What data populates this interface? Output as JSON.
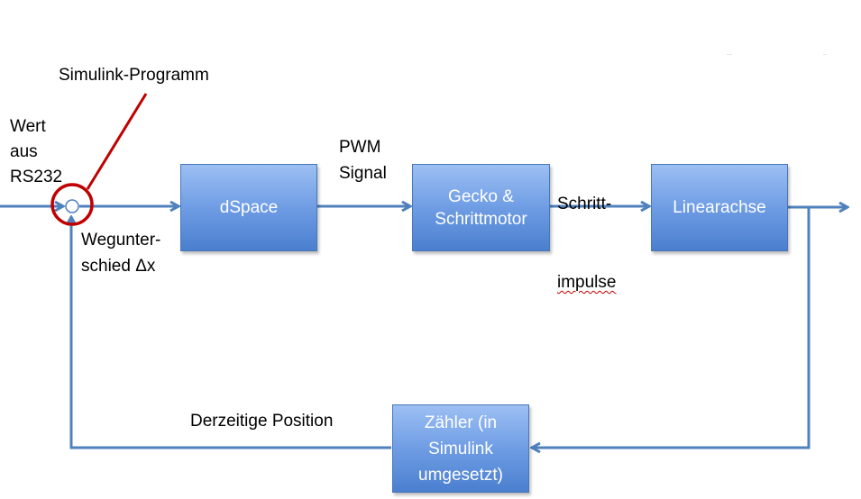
{
  "labels": {
    "callout": "Simulink-Programm",
    "input": "Wert\naus\nRS232",
    "error": "Wegunter-\nschied Δx",
    "pwm": "PWM\nSignal",
    "steps_line1": "Schritt-",
    "steps_line2": "impulse",
    "feedback": "Derzeitige Position"
  },
  "blocks": {
    "dspace": "dSpace",
    "gecko": "Gecko &\nSchrittmotor",
    "axis": "Linearachse",
    "counter": "Zähler (in\nSimulink\numgesetzt)"
  },
  "colors": {
    "arrow": "#4f81bd",
    "callout": "#c00000",
    "block_top": "#9cbff3",
    "block_bottom": "#4a7fcf",
    "block_text": "#ffffff"
  }
}
